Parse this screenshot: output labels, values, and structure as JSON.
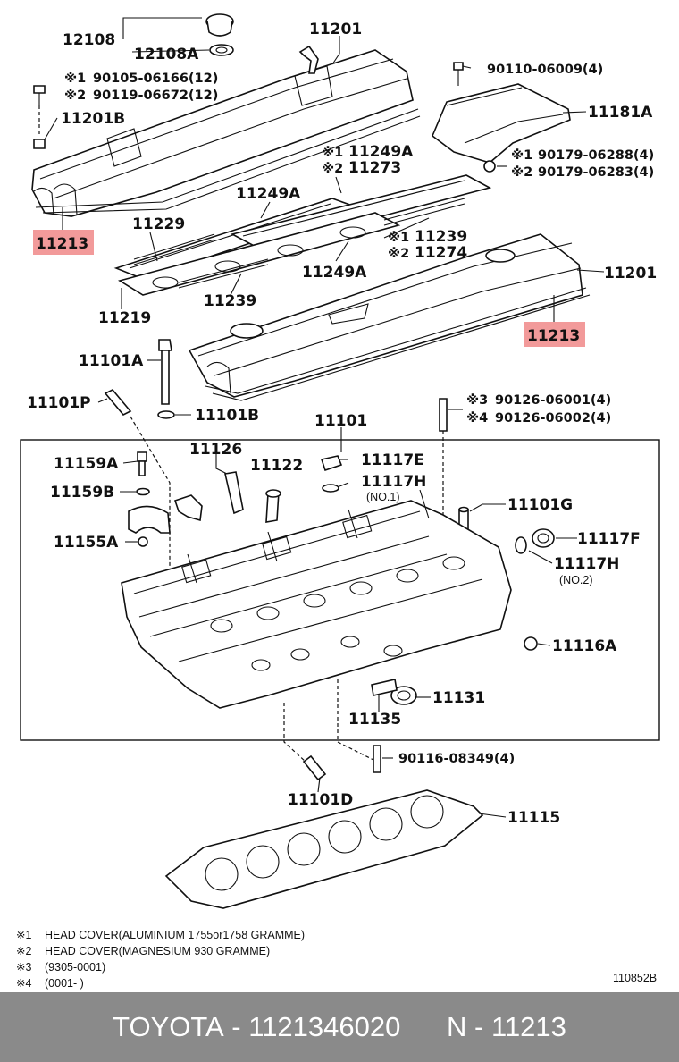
{
  "parts": {
    "p12108": "12108",
    "p12108A": "12108A",
    "p11201_top": "11201",
    "p90105": "90105-06166(12)",
    "p90119": "90119-06672(12)",
    "p11201B": "11201B",
    "p11213_left": "11213",
    "p90110": "90110-06009(4)",
    "p11181A": "11181A",
    "p90179a": "90179-06288(4)",
    "p90179b": "90179-06283(4)",
    "p11249A_top": "11249A",
    "p11273": "11273",
    "p11249A_mid": "11249A",
    "p11229": "11229",
    "p11239_right": "11239",
    "p11274": "11274",
    "p11249A_low": "11249A",
    "p11239_left": "11239",
    "p11219": "11219",
    "p11201_right": "11201",
    "p11213_right": "11213",
    "p11101A": "11101A",
    "p11101P": "11101P",
    "p11101B": "11101B",
    "p90126a": "90126-06001(4)",
    "p90126b": "90126-06002(4)",
    "p11101": "11101",
    "p11126": "11126",
    "p11122": "11122",
    "p11159A": "11159A",
    "p11159B": "11159B",
    "p11117E": "11117E",
    "p11117H_1": "11117H",
    "no1": "(NO.1)",
    "p11101G": "11101G",
    "p11155A": "11155A",
    "p11117F": "11117F",
    "p11117H_2": "11117H",
    "no2": "(NO.2)",
    "p11116A": "11116A",
    "p11131": "11131",
    "p11135": "11135",
    "p90116": "90116-08349(4)",
    "p11101D": "11101D",
    "p11115": "11115"
  },
  "marks": {
    "m1": "※1",
    "m2": "※2",
    "m3": "※3",
    "m4": "※4"
  },
  "notes": [
    {
      "mark": "※1",
      "text": "HEAD COVER(ALUMINIUM 1755or1758 GRAMME)"
    },
    {
      "mark": "※2",
      "text": "HEAD COVER(MAGNESIUM 930 GRAMME)"
    },
    {
      "mark": "※3",
      "text": "(9305-0001)"
    },
    {
      "mark": "※4",
      "text": "(0001-        )"
    }
  ],
  "diagram_id": "110852B",
  "footer": {
    "brand": "TOYOTA",
    "part_number": "1121346020",
    "prefix": "N",
    "ref": "11213",
    "sep": " - "
  },
  "colors": {
    "highlight": "#f29a9a",
    "footer_bg": "#8a8a8a"
  }
}
